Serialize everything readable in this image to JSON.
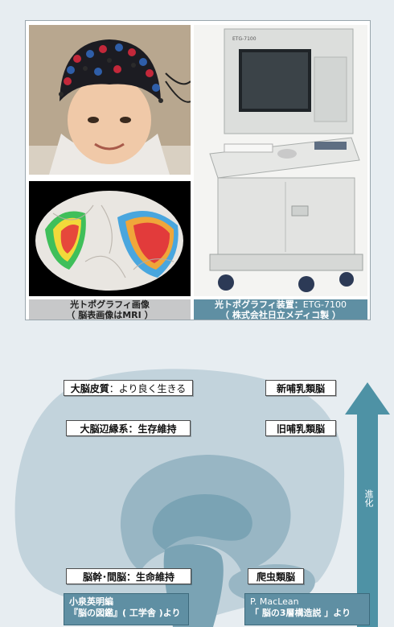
{
  "figure_top": {
    "caption_left": {
      "line1": "光トポグラフィ画像",
      "line2": "（ 脳表画像はMRI ）"
    },
    "caption_right": {
      "line1_label": "光トポグラフィ装置：",
      "line1_model": "ETG-7100",
      "line2": "（ 株式会社日立メディコ製 ）"
    },
    "device_brand": "ETG-7100"
  },
  "figure_brain": {
    "labels": {
      "neocortex_main": "大脳皮質",
      "neocortex_desc": "：より良く生きる",
      "limbic": "大脳辺縁系：生存維持",
      "brainstem": "脳幹･間脳：生命維持",
      "neomammal": "新哺乳類脳",
      "paleomammal": "旧哺乳類脳",
      "reptile": "爬虫類脳"
    },
    "evolution_label": "進化",
    "source_left": {
      "line1": "小泉英明編",
      "line2": "『脳の図鑑』( 工学舎 )より"
    },
    "source_right": {
      "line1": "P. MacLean",
      "line2": "「 脳の3層構造説 」より"
    }
  },
  "colors": {
    "panel_blue": "#5f8fa3",
    "brain_light": "#c2d3dc",
    "brain_mid": "#98b6c4",
    "brain_dark": "#7aa3b4",
    "arrow": "#4e92a5"
  }
}
